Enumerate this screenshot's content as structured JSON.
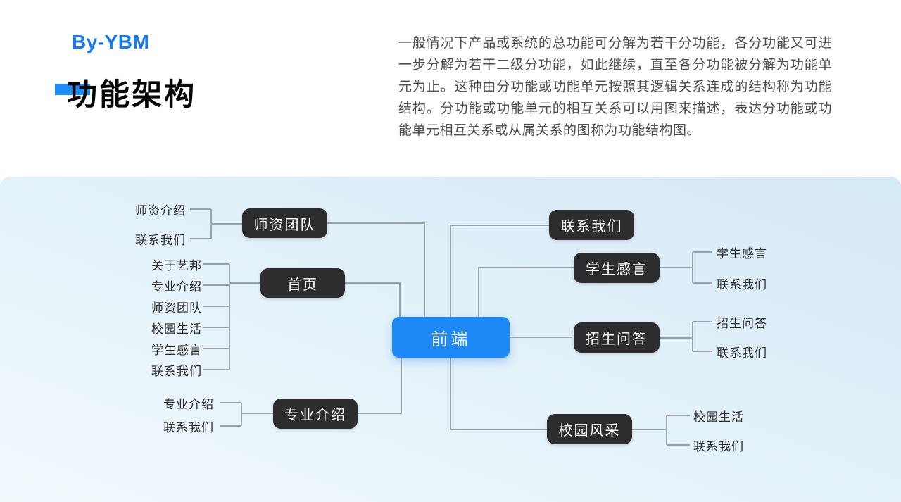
{
  "header": {
    "byline": "By-YBM",
    "title": "功能架构",
    "description": "一般情况下产品或系统的总功能可分解为若干分功能，各分功能又可进一步分解为若干二级分功能，如此继续，直至各分功能被分解为功能单元为止。这种由分功能或功能单元按照其逻辑关系连成的结构称为功能结构。分功能或功能单元的相互关系可以用图来描述，表达分功能或功能单元相互关系或从属关系的图称为功能结构图。"
  },
  "colors": {
    "accent_blue": "#1e88f5",
    "node_dark": "#2d2d30",
    "connector_gray": "#99a1a9",
    "panel_blue_top": "#d6e9f7",
    "panel_blue_bottom": "#f1f9fd"
  },
  "diagram": {
    "root": {
      "label": "前端"
    },
    "branches": {
      "teacher_team": {
        "label": "师资团队",
        "children": [
          "师资介绍",
          "联系我们"
        ]
      },
      "home": {
        "label": "首页",
        "children": [
          "关于艺邦",
          "专业介绍",
          "师资团队",
          "校园生活",
          "学生感言",
          "联系我们"
        ]
      },
      "major_intro": {
        "label": "专业介绍",
        "children": [
          "专业介绍",
          "联系我们"
        ]
      },
      "contact": {
        "label": "联系我们",
        "children": []
      },
      "student_words": {
        "label": "学生感言",
        "children": [
          "学生感言",
          "联系我们"
        ]
      },
      "admission_qa": {
        "label": "招生问答",
        "children": [
          "招生问答",
          "联系我们"
        ]
      },
      "campus_style": {
        "label": "校园风采",
        "children": [
          "校园生活",
          "联系我们"
        ]
      }
    }
  }
}
